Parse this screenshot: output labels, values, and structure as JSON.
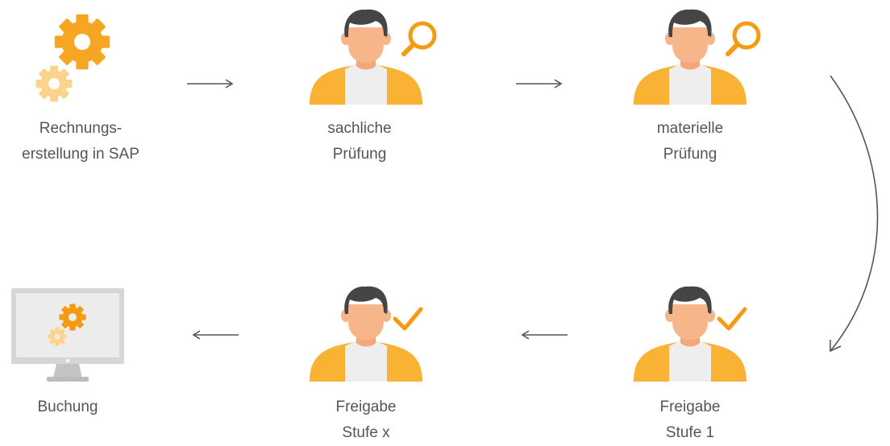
{
  "flow": {
    "steps": [
      {
        "id": "rechnungserstellung",
        "icon": "gears-icon",
        "label_line1": "Rechnungs-",
        "label_line2": "erstellung in SAP"
      },
      {
        "id": "sachliche-pruefung",
        "icon": "person-magnifier-icon",
        "label_line1": "sachliche",
        "label_line2": "Prüfung"
      },
      {
        "id": "materielle-pruefung",
        "icon": "person-magnifier-icon",
        "label_line1": "materielle",
        "label_line2": "Prüfung"
      },
      {
        "id": "freigabe-stufe-1",
        "icon": "person-check-icon",
        "label_line1": "Freigabe",
        "label_line2": "Stufe 1"
      },
      {
        "id": "freigabe-stufe-x",
        "icon": "person-check-icon",
        "label_line1": "Freigabe",
        "label_line2": "Stufe x"
      },
      {
        "id": "buchung",
        "icon": "monitor-gears-icon",
        "label_line1": "Buchung"
      }
    ],
    "colors": {
      "accent_orange": "#f39c12",
      "gear_dark": "#f6a623",
      "gear_light": "#fcd38a",
      "jacket": "#f9b233",
      "shirt": "#eeeeee",
      "skin": "#f7b58a",
      "hair": "#454545",
      "arrow": "#555555",
      "monitor": "#dcdcdc"
    }
  }
}
